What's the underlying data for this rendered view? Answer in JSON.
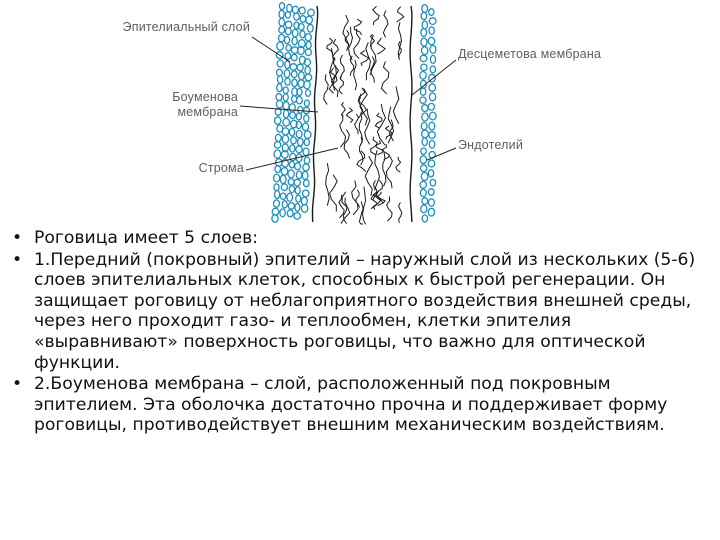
{
  "diagram": {
    "labels": {
      "epithelium": "Эпителиальный слой",
      "bowman": "Боуменова мембрана",
      "stroma": "Строма",
      "descemet": "Десцеметова мембрана",
      "endothelium": "Эндотелий"
    },
    "colors": {
      "cells": "#1e8fb8",
      "fibers": "#1a1a1a",
      "labels": "#5b6068"
    }
  },
  "bullets": {
    "marker": "•",
    "items": [
      "Роговица имеет 5 слоев:",
      "1.Передний (покровный) эпителий – наружный слой из нескольких (5-6) слоев эпителиальных клеток, способных к быстрой регенерации. Он защищает роговицу от неблагоприятного воздействия внешней среды, через него проходит газо- и теплообмен, клетки эпителия «выравнивают» поверхность роговицы, что важно для оптической функции.",
      "2.Боуменова мембрана – слой, расположенный под покровным эпителием. Эта оболочка достаточно прочна и поддерживает форму роговицы, противодействует внешним механическим воздействиям."
    ]
  }
}
